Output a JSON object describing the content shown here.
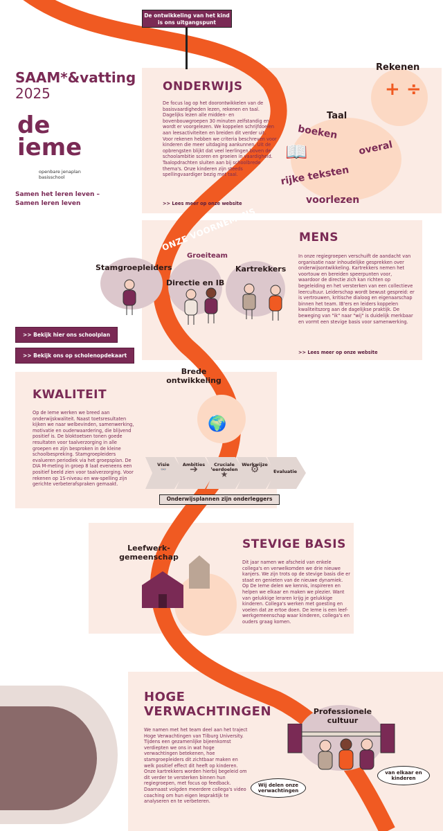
{
  "header": {
    "title": "SAAM*&vatting",
    "year": "2025",
    "banner": "De ontwikkeling van het kind is ons uitgangspunt",
    "logo_text": "de ieme",
    "logo_sub": "openbare jenaplan basisschool",
    "tagline": "Samen het leren leven – Samen leren leven"
  },
  "path_label": "ONZE VOORNEMENS",
  "onderwijs": {
    "title": "ONDERWIJS",
    "text": "De focus lag op het doorontwikkelen van de basisvaardigheden lezen, rekenen en taal. Dagelijks lezen alle midden- en bovenbouwgroepen 30 minuten zelfstandig en wordt er voorgelezen. We koppelen schrijfdoelen aan leesactiviteiten en breiden dit verder uit. Voor rekenen hebben we criteria beschreven voor kinderen die meer uitdaging aankunnen. Uit de opbrengsten blijkt dat veel leerlingen boven de schoolambitie scoren en groeien in vaardigheid. Taalopdrachten sluiten aan bij schoolbrede thema's. Onze kinderen zijn steeds spellingvaardiger bezig met taal.",
    "link": ">> Lees meer op onze website",
    "words": [
      "Rekenen",
      "Taal",
      "boeken",
      "overal",
      "rijke teksten",
      "voorlezen"
    ]
  },
  "mens": {
    "title": "MENS",
    "text": "In onze regiegroepen verschuift de aandacht van organisatie naar inhoudelijke gesprekken over onderwijsontwikkeling. Kartrekkers nemen het voortouw en bereiden speerpunten voor, waardoor de directie zich kan richten op begeleiding en het versterken van een collectieve leercultuur. Leiderschap wordt bewust gespreid: er is vertrouwen, kritische dialoog en eigenaarschap binnen het team. IB'ers en leiders koppelen kwaliteitszorg aan de dagelijkse praktijk. De beweging van \"ik\" naar \"wij\" is duidelijk merkbaar en vormt een stevige basis voor samenwerking.",
    "link": ">> Lees meer op onze website",
    "groeiteam": "Groeiteam",
    "groups": [
      "Stamgroepleiders",
      "Directie en IB",
      "Kartrekkers"
    ]
  },
  "buttons": {
    "schoolplan": ">> Bekijk hier ons schoolplan",
    "kaart": ">> Bekijk ons op scholenopdekaart"
  },
  "kwaliteit": {
    "title": "KWALITEIT",
    "text": "Op de Ieme werken we breed aan onderwijskwaliteit. Naast toetsresultaten kijken we naar welbevinden, samenwerking, motivatie en ouderwaardering, die blijvend positief is. De bloktoetsen tonen goede resultaten voor taalverzorging in alle groepen en zijn besproken in de kleine schoolbespreking. Stamgroepleiders evalueren periodiek via het groepsplan. De DIA M-meting in groep 8 laat eveneens een positief beeld zien voor taalverzorging. Voor rekenen op 1S-niveau en ww-spelling zijn gerichte verbeterafspraken gemaakt.",
    "brede": "Brede ontwikkeling",
    "steps": [
      "Visie",
      "Ambities",
      "Cruciale leerdoelen",
      "Werkwijze",
      "Evaluatie"
    ],
    "onderleggers": "Onderwijsplannen zijn onderleggers"
  },
  "stevige": {
    "title": "STEVIGE BASIS",
    "text": "Dit jaar namen we afscheid van enkele collega's en verwelkomden we drie nieuwe kanjers. We zijn trots op de stevige basis die er staat en genieten van de nieuwe dynamiek. Op De Ieme delen we kennis, inspireren en helpen we elkaar en maken we plezier. Want van gelukkige leraren krijg je gelukkige kinderen. Collega's werken met goesting en voelen dat ze ertoe doen. De Ieme is een leef-werkgemeenschap waar kinderen, collega's en ouders graag komen.",
    "label": "Leefwerk-gemeenschap"
  },
  "hoge": {
    "title": "HOGE VERWACHTINGEN",
    "text": "We namen met het team deel aan het traject Hoge Verwachtingen van Tilburg University. Tijdens een gezamenlijke bijeenkomst verdiepten we ons in wat hoge verwachtingen betekenen, hoe stamgroepleiders dit zichtbaar maken en welk positief effect dit heeft op kinderen. Onze kartrekkers worden hierbij begeleid om dit verder te versterken binnen hun regiegroepen, met focus op feedback. Daarnaast volgden meerdere collega's video coaching om hun eigen lespraktijk te analyseren en te verbeteren.",
    "cultuur": "Professionele cultuur",
    "bubble1": "Wij delen onze verwachtingen",
    "bubble2": "van elkaar en kinderen"
  },
  "colors": {
    "plum": "#7a2a55",
    "orange": "#f05a22",
    "panel": "#fbebe4"
  }
}
